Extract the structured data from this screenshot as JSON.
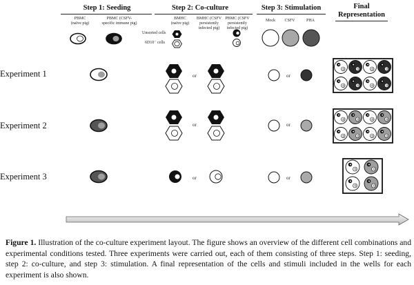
{
  "steps": {
    "step1": {
      "title": "Step 1: Seeding",
      "pbmc_naive": "PBMC\n(naïve pig)",
      "pbmc_csfv": "PBMC (CSFV-\nspecific immune pig)"
    },
    "step2": {
      "title": "Step 2: Co-culture",
      "bmhc_naive": "BMHC\n(naïve pig)",
      "bmhc_csfv": "BMHC (CSFV\npersistently\ninfected pig)",
      "pbmc_csfv": "PBMC (CSFV\npersistently\ninfected pig)",
      "unsorted": "Unsorted cells",
      "sorted": "6D10⁻ cells"
    },
    "step3": {
      "title": "Step 3: Stimulation",
      "mock": "Mock",
      "csfv": "CSFV",
      "pha": "PHA"
    },
    "step4": {
      "title": "Final\nRepresentation"
    }
  },
  "experiments": [
    {
      "label": "Experiment 1",
      "or1": "or",
      "or2": "or"
    },
    {
      "label": "Experiment 2",
      "or1": "or",
      "or2": "or"
    },
    {
      "label": "Experiment 3",
      "or1": "or",
      "or2": "or"
    }
  ],
  "caption": {
    "label": "Figure 1.",
    "text": "Illustration of the co-culture experiment layout. The figure shows an overview of the different cell combinations and experimental conditions tested. Three experiments were carried out, each of them consisting of three steps. Step 1: seeding, step 2: co-culture, and step 3: stimulation. A final representation of the cells and stimuli included in the wells for each experiment is also shown."
  },
  "colors": {
    "dark": "#111111",
    "grey": "#9e9e9e",
    "light": "#ffffff"
  }
}
